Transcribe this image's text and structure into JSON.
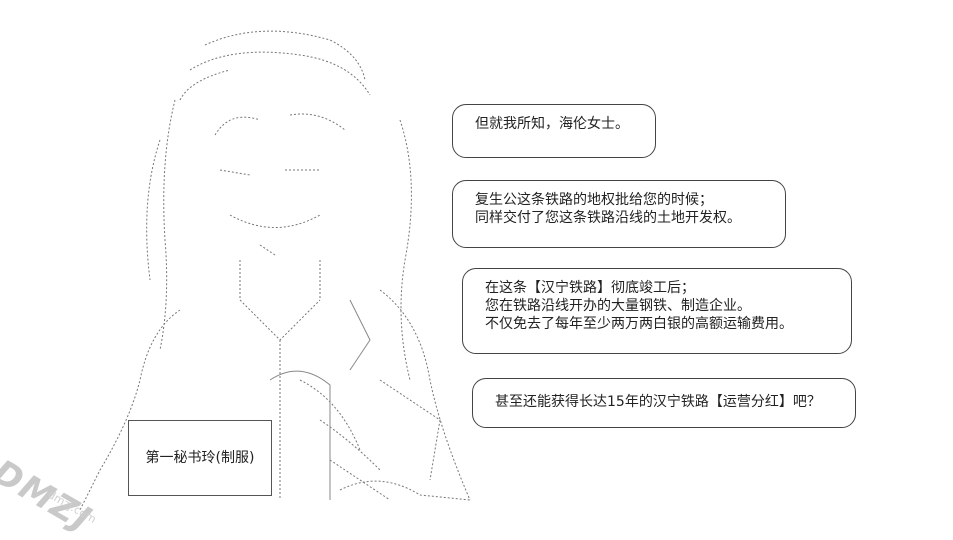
{
  "bubbles": [
    {
      "lines": [
        "但就我所知，海伦女士。"
      ]
    },
    {
      "lines": [
        "复生公这条铁路的地权批给您的时候；",
        "同样交付了您这条铁路沿线的土地开发权。"
      ]
    },
    {
      "lines": [
        "在这条【汉宁铁路】彻底竣工后；",
        "您在铁路沿线开办的大量钢铁、制造企业。",
        "不仅免去了每年至少两万两白银的高额运输费用。"
      ]
    },
    {
      "lines": [
        "甚至还能获得长达15年的汉宁铁路【运营分红】吧？"
      ]
    }
  ],
  "caption": {
    "label": "第一秘书玲(制服)"
  },
  "watermark": {
    "text": "DMZJ",
    "sub": "dmzj.com"
  }
}
